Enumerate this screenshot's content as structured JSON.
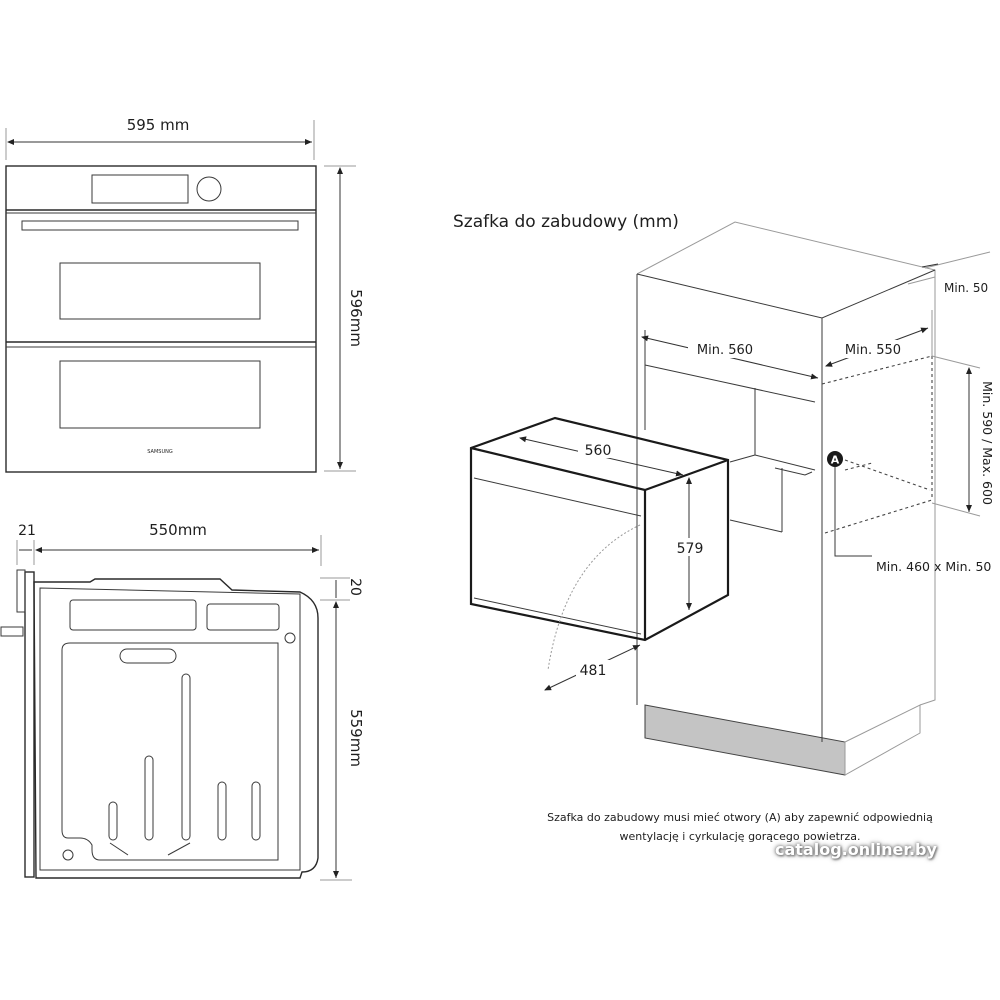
{
  "front_view": {
    "width_label": "595 mm",
    "height_label": "596mm",
    "brand_label": "SAMSUNG"
  },
  "side_view": {
    "door_depth_label": "21",
    "depth_label": "550mm",
    "top_offset_label": "20",
    "height_label": "559mm"
  },
  "cabinet_view": {
    "title": "Szafka do zabudowy (mm)",
    "labels": {
      "rear_gap": "Min. 50",
      "niche_width": "Min. 560",
      "niche_depth": "Min. 550",
      "niche_height": "Min. 590 / Max. 600",
      "vent_marker": "A",
      "vent_opening": "Min. 460 x Min. 50",
      "oven_width": "560",
      "oven_height": "579",
      "door_swing": "481"
    },
    "plinth_color": "#c4c4c4"
  },
  "note": {
    "line1": "Szafka do zabudowy musi mieć otwory (A) aby zapewnić odpowiednią",
    "line2": "wentylację i cyrkulację gorącego powietrza."
  },
  "watermark": "catalog.onliner.by"
}
